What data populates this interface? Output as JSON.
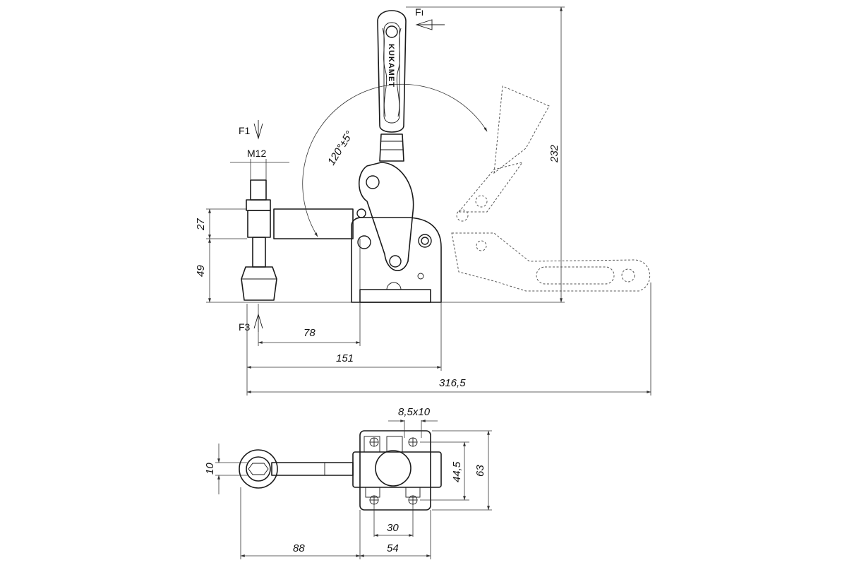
{
  "brand": "KUKAMET",
  "forces": {
    "top_right": "Fı",
    "rod_top": "F1",
    "rod_bottom": "F3"
  },
  "side_view": {
    "thread": "M12",
    "angle": "120°±5°",
    "dim_27": "27",
    "dim_49": "49",
    "dim_232": "232",
    "dim_78": "78",
    "dim_151": "151",
    "dim_316": "316,5"
  },
  "top_view": {
    "slot": "8,5x10",
    "dim_10": "10",
    "dim_44": "44,5",
    "dim_63": "63",
    "dim_30": "30",
    "dim_88": "88",
    "dim_54": "54"
  }
}
